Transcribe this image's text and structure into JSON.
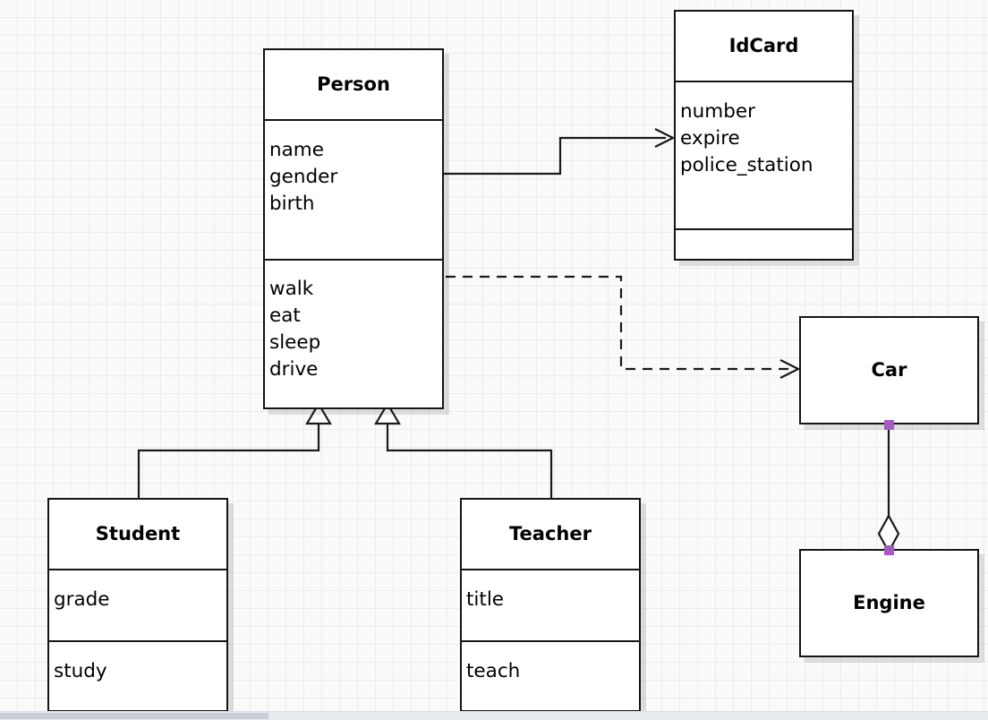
{
  "diagram": {
    "type": "uml-class-diagram",
    "background_color": "#fafafa",
    "grid_color": "#ececec",
    "line_color": "#1a1a1a",
    "handle_color": "#a55cc0"
  },
  "classes": {
    "person": {
      "name": "Person",
      "attributes": [
        "name",
        "gender",
        "birth"
      ],
      "methods": [
        "walk",
        "eat",
        "sleep",
        "drive"
      ]
    },
    "idcard": {
      "name": "IdCard",
      "attributes": [
        "number",
        "expire",
        "police_station"
      ],
      "methods": []
    },
    "student": {
      "name": "Student",
      "attributes": [
        "grade"
      ],
      "methods": [
        "study"
      ]
    },
    "teacher": {
      "name": "Teacher",
      "attributes": [
        "title"
      ],
      "methods": [
        "teach"
      ]
    },
    "car": {
      "name": "Car"
    },
    "engine": {
      "name": "Engine"
    }
  },
  "relationships": [
    {
      "id": "person-idcard",
      "from": "Person",
      "to": "IdCard",
      "kind": "association",
      "line": "solid",
      "arrow": "open"
    },
    {
      "id": "person-car",
      "from": "Person",
      "to": "Car",
      "kind": "dependency",
      "line": "dashed",
      "arrow": "open"
    },
    {
      "id": "student-person",
      "from": "Student",
      "to": "Person",
      "kind": "generalization",
      "line": "solid",
      "arrow": "hollow-triangle"
    },
    {
      "id": "teacher-person",
      "from": "Teacher",
      "to": "Person",
      "kind": "generalization",
      "line": "solid",
      "arrow": "hollow-triangle"
    },
    {
      "id": "car-engine",
      "from": "Car",
      "to": "Engine",
      "kind": "aggregation",
      "line": "solid",
      "arrow": "hollow-diamond"
    }
  ]
}
